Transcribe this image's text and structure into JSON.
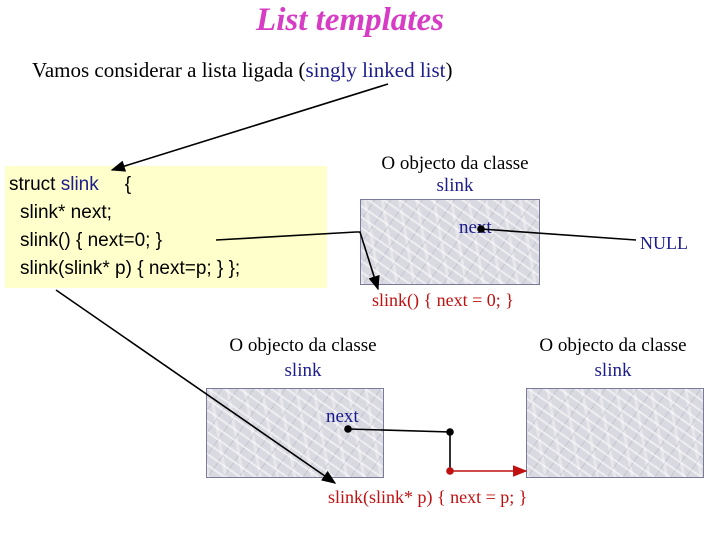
{
  "title": "List templates",
  "subtitle": {
    "prefix": "Vamos considerar a lista ligada (",
    "highlight": "singly linked list",
    "suffix": ")"
  },
  "code": {
    "line1_keyword": "struct",
    "line1_name": "slink",
    "line1_brace": "{",
    "line2": "slink* next;",
    "line3": "slink() { next=0; }",
    "line4": "slink(slink* p) { next=p; }  };"
  },
  "top_object": {
    "label_line1": "O objecto da classe",
    "label_line2": "slink",
    "field": "next",
    "null_label": "NULL",
    "constructor": "slink() { next = 0; }"
  },
  "left_object": {
    "label_line1": "O objecto da classe",
    "label_line2": "slink",
    "field": "next"
  },
  "right_object": {
    "label_line1": "O objecto da classe",
    "label_line2": "slink"
  },
  "bottom_constructor": "slink(slink* p) { next = p; }",
  "colors": {
    "title": "#d63cc4",
    "code_background": "#ffffcc",
    "class_name": "#1c1c8c",
    "constructor_text": "#c01010",
    "pointer_red": "#c01010"
  }
}
